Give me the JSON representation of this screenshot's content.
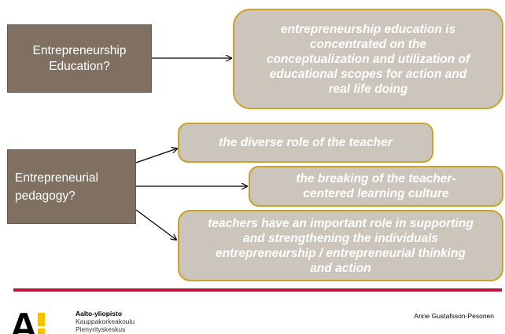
{
  "concepts": {
    "education_label": [
      "Entrepreneurship",
      "Education?"
    ],
    "pedagogy_label": [
      "Entrepreneurial",
      "pedagogy?"
    ]
  },
  "statements": {
    "education_definition": [
      "entrepreneurship education is",
      "concentrated on the",
      "conceptualization  and utilization  of",
      "educational scopes for action and",
      "real life doing"
    ],
    "role": [
      "the diverse role of the teacher"
    ],
    "breaking": [
      "the breaking of the teacher-",
      "centered learning culture"
    ],
    "teachers": [
      "teachers have an important role in supporting",
      "and strengthening the individuals",
      "entrepreneurship  / entrepreneurial thinking",
      "and action"
    ]
  },
  "footer": {
    "logo_lines": [
      "Aalto-yliopisto",
      "Kauppakorkeakoulu",
      "Pienyrityskeskus"
    ],
    "author": "Anne Gustafsson-Pesonen"
  },
  "colors": {
    "concept_box": "#7f7062",
    "statement_fill": "#cbc5bc",
    "statement_border": "#c9a227",
    "rule": "#c0143c",
    "logo_accent": "#f2c300"
  }
}
